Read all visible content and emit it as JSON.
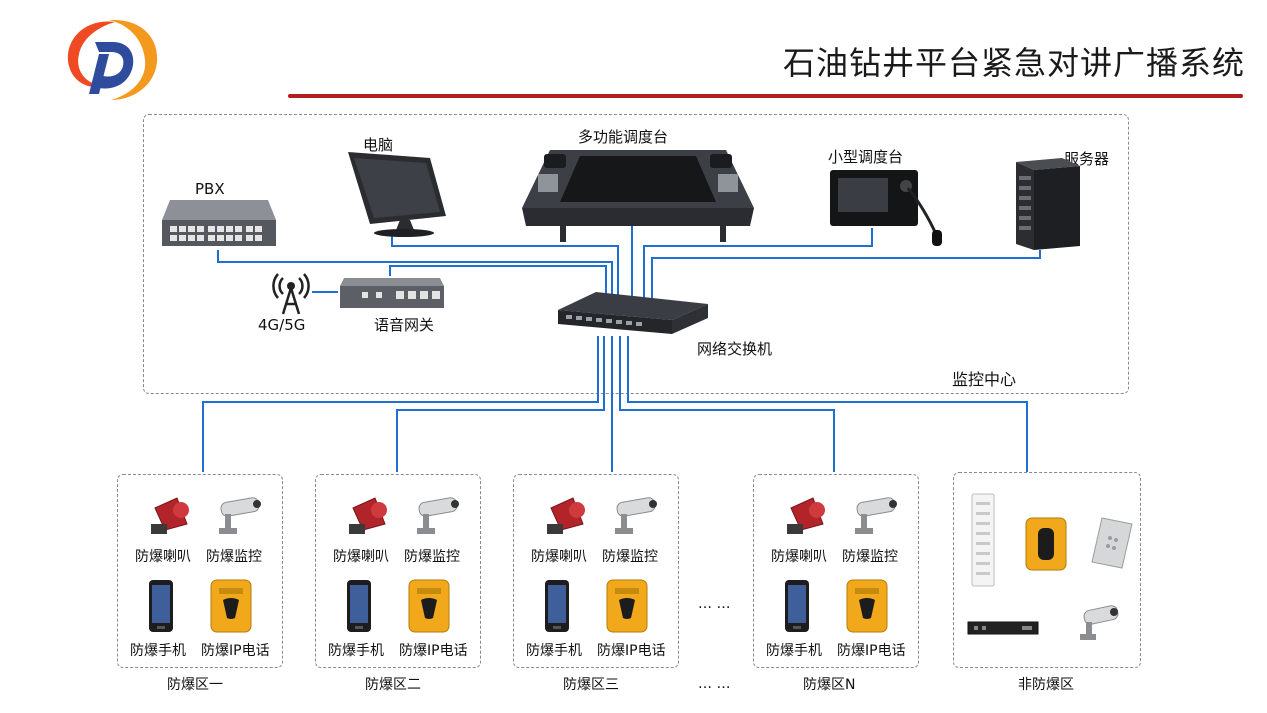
{
  "title": "石油钻井平台紧急对讲广播系统",
  "monitor_center": {
    "label": "监控中心",
    "devices": {
      "pbx": "PBX",
      "computer": "电脑",
      "dispatch_console": "多功能调度台",
      "small_console": "小型调度台",
      "server": "服务器",
      "antenna": "4G/5G",
      "voice_gateway": "语音网关",
      "switch": "网络交换机"
    }
  },
  "zones": [
    {
      "name": "防爆区一",
      "items": [
        "防爆喇叭",
        "防爆监控",
        "防爆手机",
        "防爆IP电话"
      ]
    },
    {
      "name": "防爆区二",
      "items": [
        "防爆喇叭",
        "防爆监控",
        "防爆手机",
        "防爆IP电话"
      ]
    },
    {
      "name": "防爆区三",
      "items": [
        "防爆喇叭",
        "防爆监控",
        "防爆手机",
        "防爆IP电话"
      ]
    },
    {
      "name": "防爆区N",
      "items": [
        "防爆喇叭",
        "防爆监控",
        "防爆手机",
        "防爆IP电话"
      ]
    }
  ],
  "ellipsis": "… …",
  "non_explosion_zone": {
    "name": "非防爆区"
  },
  "colors": {
    "link": "#1f6fd1",
    "rule": "#b41b1b",
    "logo_orange": "#f39a1e",
    "logo_blue": "#2f4b9e"
  }
}
